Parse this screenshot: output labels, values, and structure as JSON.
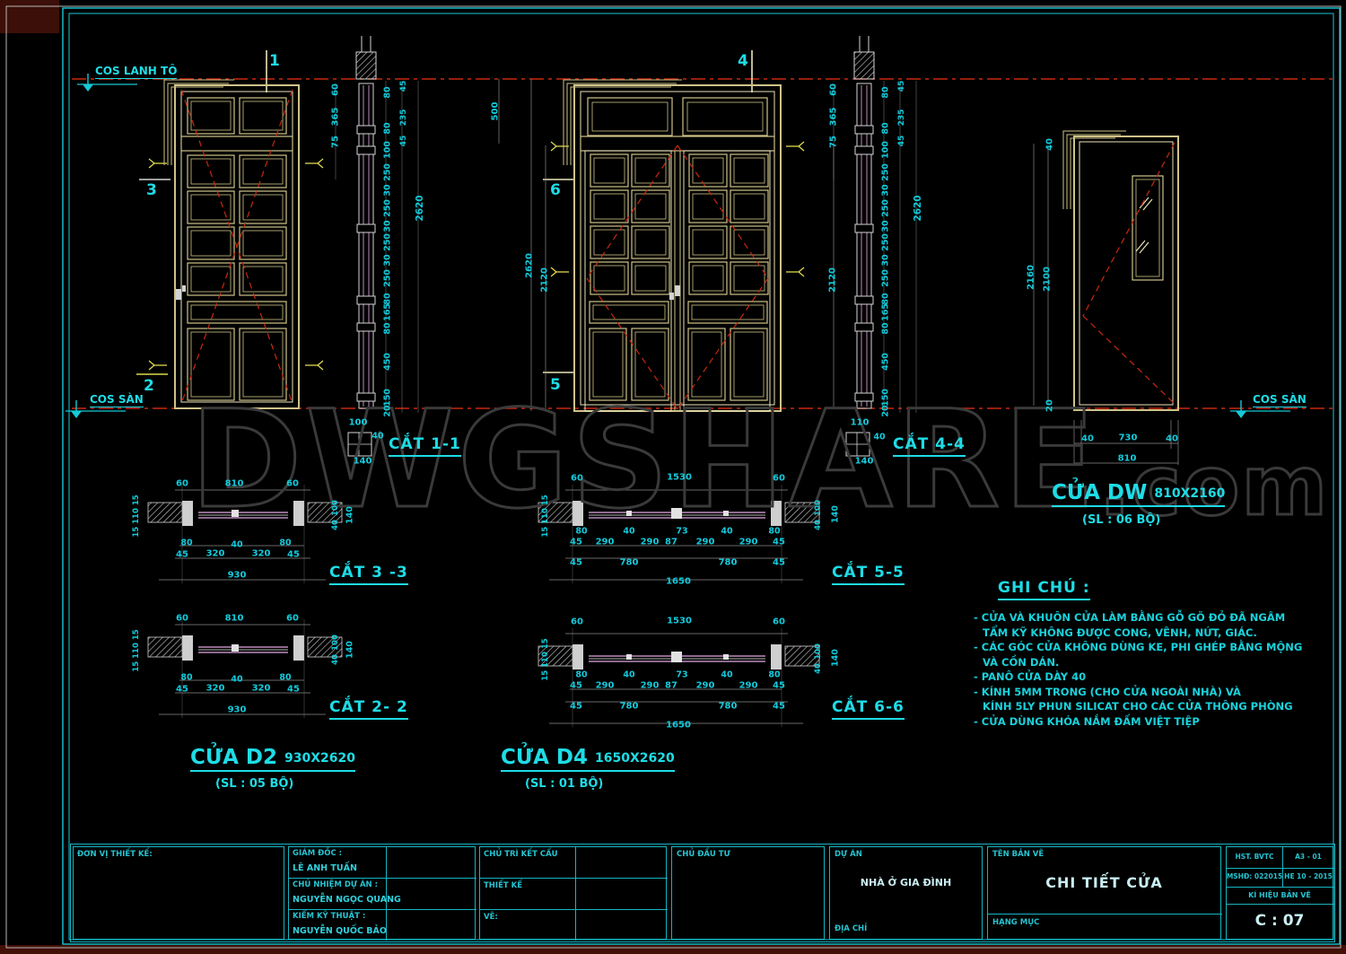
{
  "sheet": {
    "watermark_main": "DWGSHARE",
    "watermark_ext": ".com"
  },
  "datums": {
    "lintel": "COS LANH TÔ",
    "floor_left": "COS SÀN",
    "floor_right": "COS SÀN"
  },
  "markers": {
    "m1": "1",
    "m2": "2",
    "m3": "3",
    "m4": "4",
    "m5": "5",
    "m6": "6"
  },
  "section_labels": {
    "cat11": "CẮT 1-1",
    "cat44": "CẮT 4-4",
    "cat33": "CẮT 3 -3",
    "cat55": "CẮT 5-5",
    "cat22": "CẮT 2- 2",
    "cat66": "CẮT 6-6"
  },
  "doors": {
    "dw": {
      "name": "CỬA DW",
      "size": "810X2160",
      "qty": "(SL : 06 BỘ)"
    },
    "d2": {
      "name": "CỬA D2",
      "size": "930X2620",
      "qty": "(SL : 05 BỘ)"
    },
    "d4": {
      "name": "CỬA D4",
      "size": "1650X2620",
      "qty": "(SL : 01 BỘ)"
    }
  },
  "notes": {
    "title": "GHI CHÚ :",
    "lines": [
      "- CỬA VÀ KHUÔN CỬA LÀM BẰNG GỖ GÕ ĐỎ ĐÃ NGÂM",
      "TẨM KỸ KHÔNG ĐƯỢC CONG, VÊNH, NỨT, GIÁC.",
      "- CÁC GÓC CỬA KHÔNG DÙNG KE, PHI GHÉP BẰNG MỘNG",
      "VÀ CỒN DÁN.",
      "- PANÔ CỬA DÀY 40",
      "- KÍNH 5MM TRONG (CHO CỬA NGOÀI NHÀ) VÀ",
      "KÍNH 5LY PHUN SILICAT CHO CÁC CỬA THÔNG PHÒNG",
      "- CỬA DÙNG KHÓA NẮM ĐẤM VIỆT TIỆP"
    ]
  },
  "dims": {
    "strip_left": [
      "60",
      "365",
      "75"
    ],
    "strip_a": [
      "80",
      "80",
      "100",
      "250",
      "30",
      "250",
      "30",
      "250",
      "30",
      "250",
      "80",
      "165",
      "80",
      "450",
      "150",
      "20"
    ],
    "strip_b": [
      "45",
      "235",
      "45"
    ],
    "strip_total": "2620",
    "cat11_small": [
      "100",
      "40",
      "140"
    ],
    "cat44_small": [
      "110",
      "40",
      "140"
    ],
    "d4_left": [
      "500",
      "2620",
      "2120"
    ],
    "d4_right": "2120",
    "dw_left": [
      "40",
      "2160",
      "2100",
      "20"
    ],
    "dw_bottom": [
      "40",
      "730",
      "40",
      "810"
    ],
    "cat33": {
      "top": [
        "60",
        "810",
        "60"
      ],
      "left": "15 110 15",
      "r1": "40",
      "r2": "100",
      "rt": "140",
      "markers": [
        "80",
        "40",
        "80"
      ],
      "row": [
        "45",
        "320",
        "320",
        "45"
      ],
      "total": "930"
    },
    "cat22": {
      "top": [
        "60",
        "810",
        "60"
      ],
      "left": "15 110 15",
      "r1": "40",
      "r2": "100",
      "rt": "140",
      "markers": [
        "80",
        "40",
        "80"
      ],
      "row": [
        "45",
        "320",
        "320",
        "45"
      ],
      "total": "930"
    },
    "cat55": {
      "top": [
        "60",
        "1530",
        "60"
      ],
      "left": "15 110 15",
      "r1": "40",
      "r2": "100",
      "rt": "140",
      "markers": [
        "80",
        "40",
        "73",
        "40",
        "80"
      ],
      "row": [
        "45",
        "290",
        "290",
        "87",
        "290",
        "290",
        "45"
      ],
      "row2": [
        "45",
        "780",
        "780",
        "45"
      ],
      "total": "1650"
    },
    "cat66": {
      "top": [
        "60",
        "1530",
        "60"
      ],
      "left": "15 110 15",
      "r1": "40",
      "r2": "100",
      "rt": "140",
      "markers": [
        "80",
        "40",
        "73",
        "40",
        "80"
      ],
      "row": [
        "45",
        "290",
        "290",
        "87",
        "290",
        "290",
        "45"
      ],
      "row2": [
        "45",
        "780",
        "780",
        "45"
      ],
      "total": "1650"
    }
  },
  "titleblock": {
    "design_unit": "ĐƠN VỊ THIẾT KẾ:",
    "director_label": "GIÁM ĐỐC :",
    "director": "LÊ ANH TUẤN",
    "pm_label": "CHỦ NHIỆM DỰ ÁN :",
    "pm": "NGUYỄN NGỌC QUANG",
    "tech_label": "KIỂM KỸ THUẬT :",
    "tech": "NGUYỄN QUỐC BẢO",
    "struct_lead": "CHỦ TRÌ KẾT CẤU",
    "design": "THIẾT KẾ",
    "draw": "VẼ:",
    "investor": "CHỦ ĐẦU TƯ",
    "project_label": "DỰ ÁN",
    "project": "NHÀ Ở GIA ĐÌNH",
    "address_label": "ĐỊA CHỈ",
    "drawing_name_label": "TÊN BẢN VẼ",
    "drawing_name": "CHI TIẾT CỬA",
    "category_label": "HẠNG MỤC",
    "g11": "HST. BVTC",
    "g12": "A3 - 01",
    "g21": "MSHĐ: 022015",
    "g22": "HE 10 - 2015",
    "code_label": "KÍ HIỆU BẢN VẼ",
    "code": "C : 07"
  }
}
